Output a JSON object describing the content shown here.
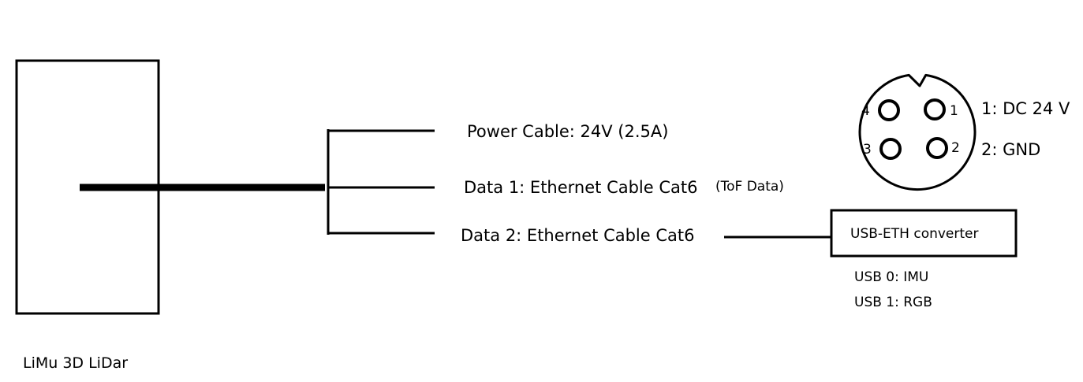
{
  "device": {
    "label": "LiMu 3D LiDar"
  },
  "cables": {
    "power": "Power Cable: 24V (2.5A)",
    "data1": "Data 1: Ethernet Cable Cat6",
    "data1_note": "(ToF Data)",
    "data2": "Data 2: Ethernet Cable Cat6"
  },
  "converter": {
    "label": "USB-ETH converter",
    "ports": [
      "USB 0: IMU",
      "USB 1: RGB"
    ]
  },
  "connector": {
    "pins": [
      "1",
      "2",
      "3",
      "4"
    ],
    "pin_labels": [
      "1: DC 24 V",
      "2: GND"
    ]
  }
}
